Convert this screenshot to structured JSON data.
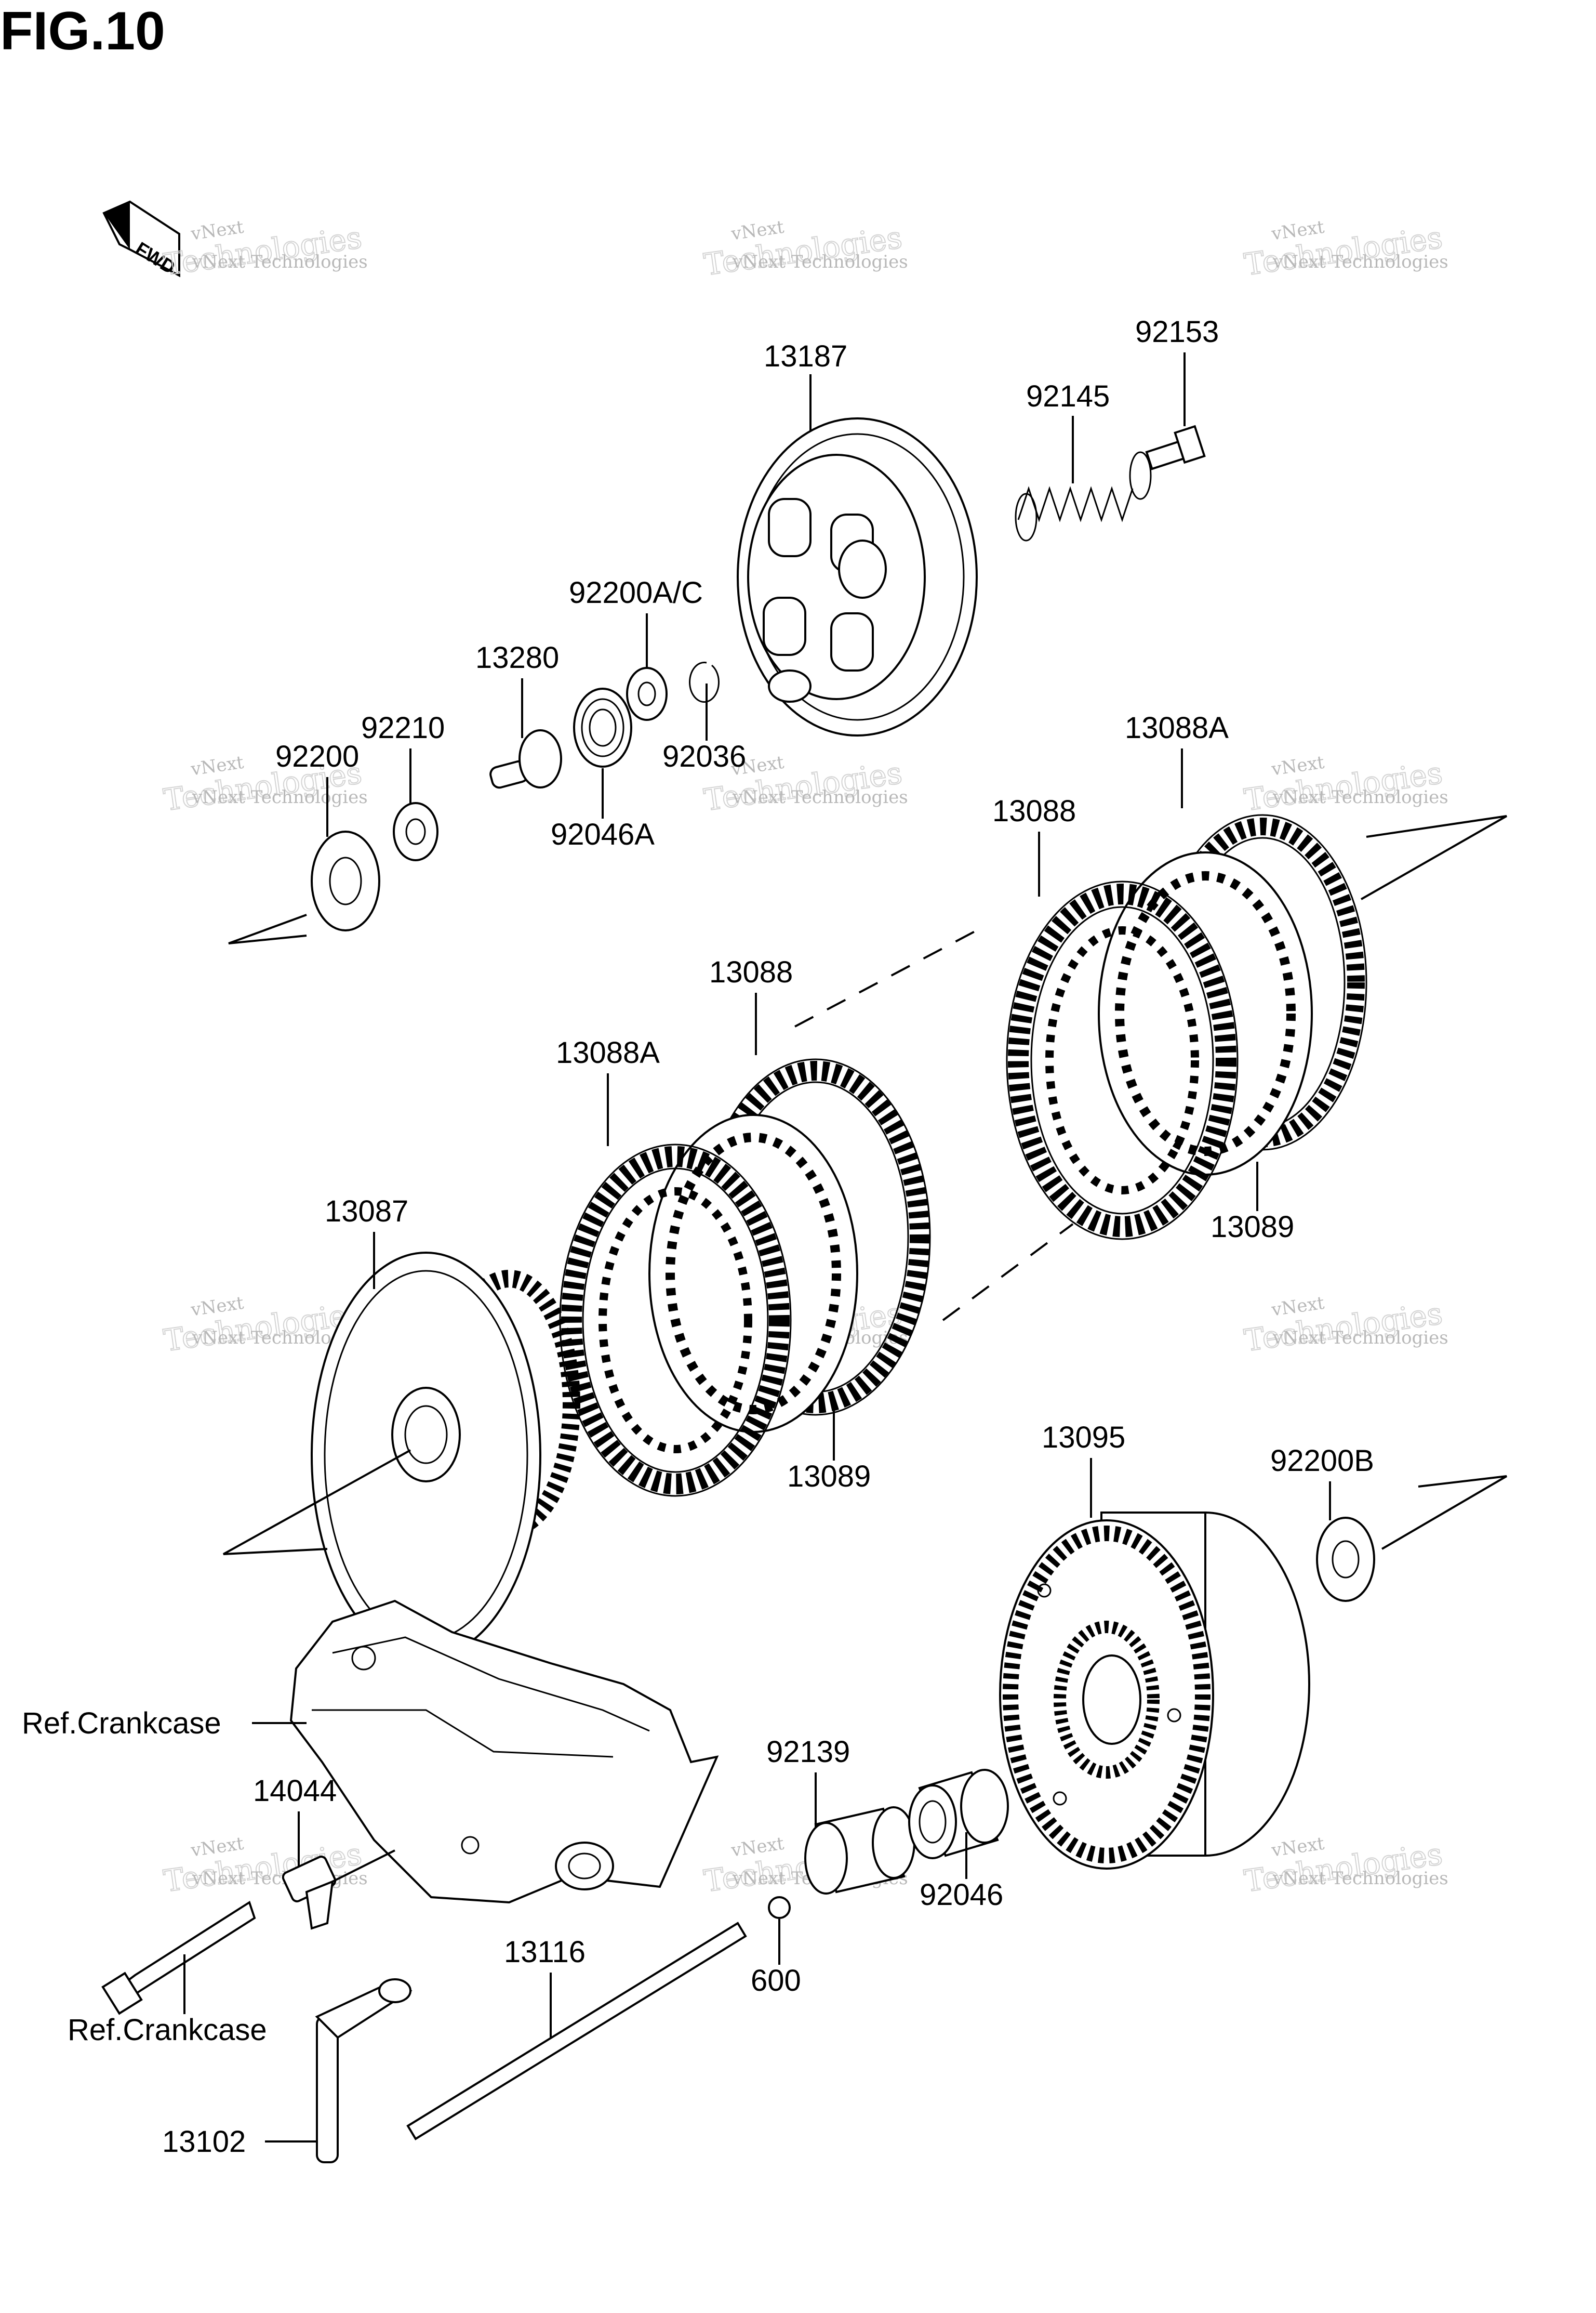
{
  "title": "FIG.10",
  "fwd_label": "FWD",
  "watermark": {
    "line1": "vNext",
    "line2": "vNext Technologies",
    "line3": "Technologies"
  },
  "parts": {
    "p13187": "13187",
    "p92153": "92153",
    "p92145": "92145",
    "p92200ac": "92200A/C",
    "p13280": "13280",
    "p92210": "92210",
    "p92200": "92200",
    "p92036": "92036",
    "p92046a": "92046A",
    "p13088a_top": "13088A",
    "p13088_right": "13088",
    "p13088_mid": "13088",
    "p13088a_left": "13088A",
    "p13087": "13087",
    "p13089_right": "13089",
    "p13089_left": "13089",
    "p13095": "13095",
    "p92200b": "92200B",
    "ref_crankcase_1": "Ref.Crankcase",
    "p14044": "14044",
    "p92139": "92139",
    "p92046": "92046",
    "p13116": "13116",
    "p600": "600",
    "ref_crankcase_2": "Ref.Crankcase",
    "p13102": "13102"
  }
}
